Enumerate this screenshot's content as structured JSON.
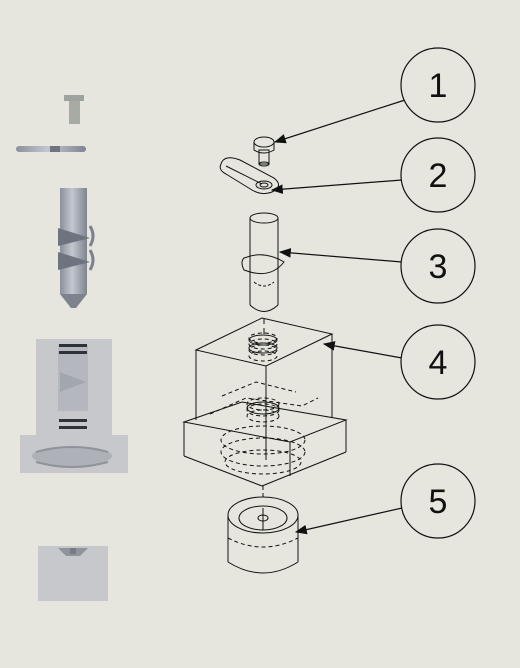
{
  "balloons": [
    {
      "label": "1"
    },
    {
      "label": "2"
    },
    {
      "label": "3"
    },
    {
      "label": "4"
    },
    {
      "label": "5"
    }
  ],
  "colors": {
    "background": "#e6e6de",
    "line": "#111111",
    "part_shaded": "#9aa0ab",
    "part_translucent": "#c8c9cf"
  }
}
